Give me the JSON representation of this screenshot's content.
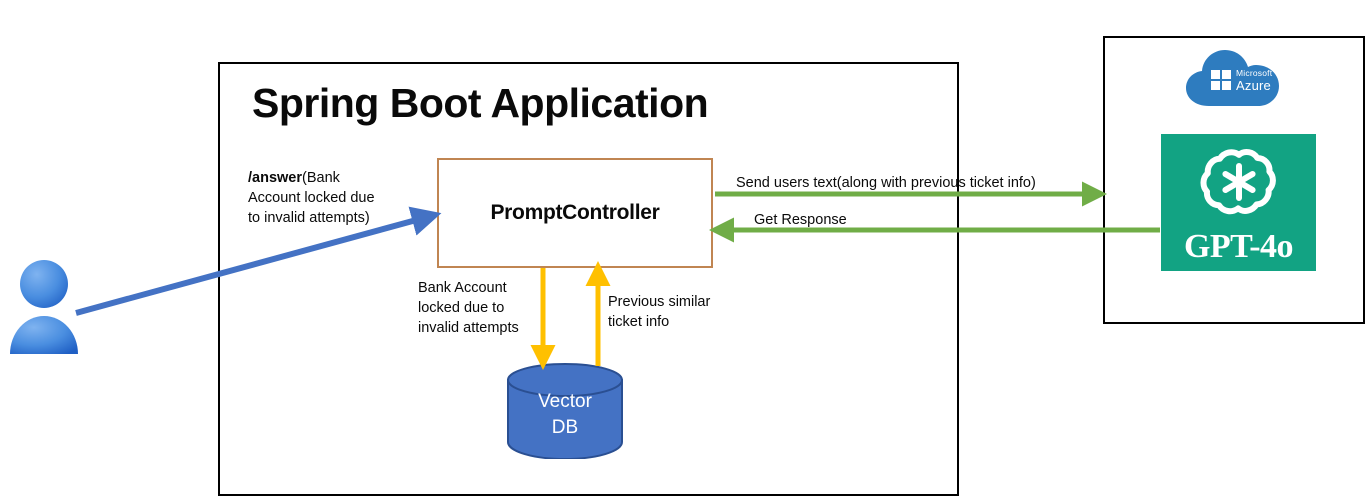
{
  "diagram": {
    "title": "Spring Boot Application",
    "containers": {
      "spring_boot": {
        "title": "Spring Boot Application"
      },
      "azure": {
        "title": ""
      }
    },
    "nodes": {
      "prompt_controller": {
        "label": "PromptController",
        "border_color": "#c08552"
      },
      "vector_db": {
        "line1": "Vector",
        "line2": "DB",
        "fill_color": "#4472c4"
      },
      "gpt": {
        "label": "GPT-4o",
        "tile_color": "#12a383",
        "icon": "openai-knot-icon"
      },
      "azure_logo": {
        "microsoft": "Microsoft",
        "azure": "Azure",
        "cloud_color": "#2e7cbf",
        "icon": "windows-logo-icon"
      },
      "user": {
        "icon": "user-avatar-icon",
        "color": "#3b7ddd"
      }
    },
    "arrows": {
      "user_request": {
        "label_bold": "/answer",
        "label_rest": "(Bank\nAccount locked due\nto invalid attempts)",
        "color": "#4472c4"
      },
      "send_to_gpt": {
        "label": "Send users text(along with previous ticket info)",
        "color": "#70ad47"
      },
      "get_response": {
        "label": "Get Response",
        "color": "#70ad47"
      },
      "to_vector_db": {
        "label": "Bank Account locked due to invalid attempts",
        "color": "#ffc000"
      },
      "from_vector_db": {
        "label": "Previous similar ticket info",
        "color": "#ffc000"
      }
    }
  }
}
